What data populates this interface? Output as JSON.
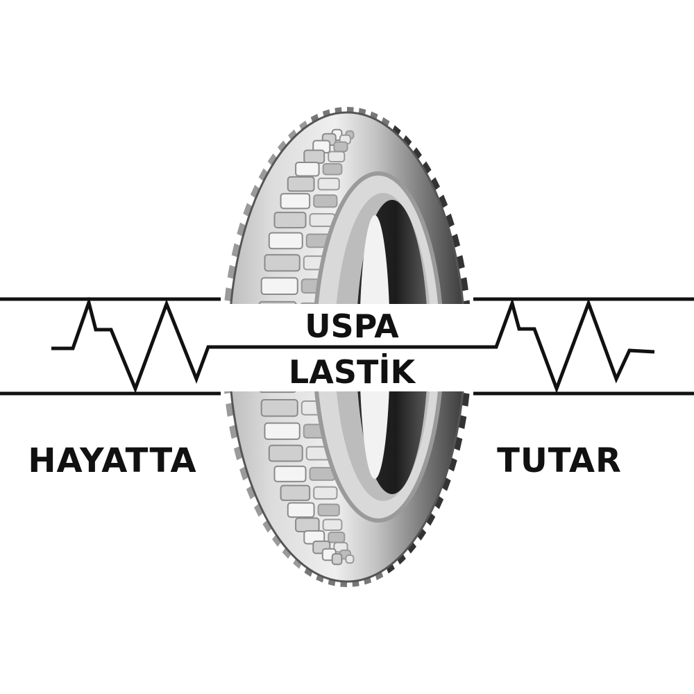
{
  "logo": {
    "brand_line1": "USPA",
    "brand_line2": "LASTİK",
    "slogan_left": "HAYATTA",
    "slogan_right": "TUTAR",
    "depicts": "tire-icon",
    "colors": {
      "ink": "#111111",
      "tire_light": "#e6e6e6",
      "tire_mid": "#9a9a9a",
      "tire_dark": "#2a2a2a",
      "background": "#ffffff"
    }
  }
}
